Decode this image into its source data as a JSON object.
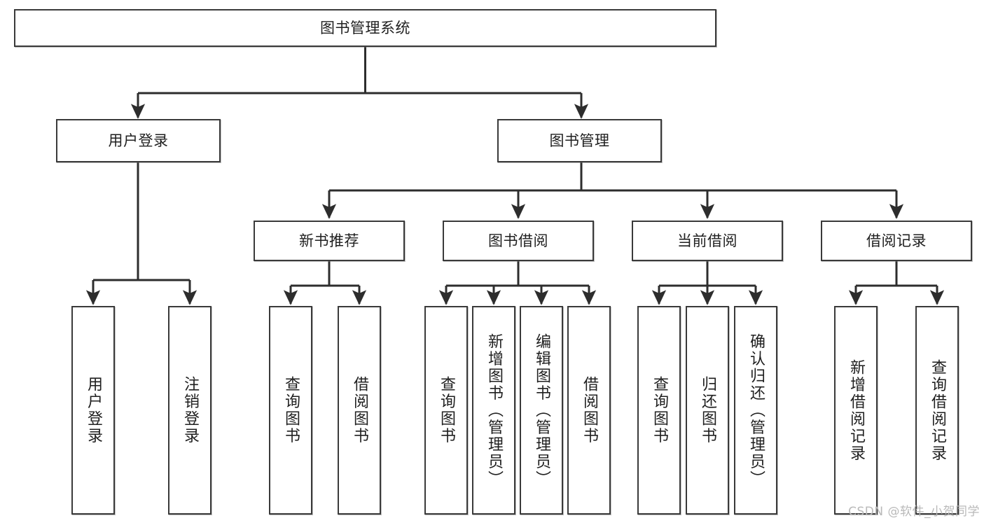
{
  "diagram": {
    "type": "tree-hierarchy-chart",
    "title": "图书管理系统",
    "watermark": "CSDN @软件_小贺同学",
    "colors": {
      "box_border": "#3a3a3a",
      "box_fill": "#ffffff",
      "connector": "#2d2d2d",
      "text": "#1f1f1f",
      "watermark": "#b9b9b9",
      "background": "#ffffff"
    },
    "levels": {
      "root": {
        "label": "图书管理系统"
      },
      "level2": [
        {
          "id": "user-login",
          "label": "用户登录"
        },
        {
          "id": "book-management",
          "label": "图书管理"
        }
      ],
      "level3": [
        {
          "id": "new-book-recommend",
          "label": "新书推荐",
          "parent": "book-management"
        },
        {
          "id": "book-borrow",
          "label": "图书借阅",
          "parent": "book-management"
        },
        {
          "id": "current-borrow",
          "label": "当前借阅",
          "parent": "book-management"
        },
        {
          "id": "borrow-record",
          "label": "借阅记录",
          "parent": "book-management"
        }
      ],
      "leaves": [
        {
          "id": "leaf-user-login",
          "label": "用户登录",
          "parent": "user-login"
        },
        {
          "id": "leaf-logout",
          "label": "注销登录",
          "parent": "user-login"
        },
        {
          "id": "leaf-query-book-1",
          "label": "查询图书",
          "parent": "new-book-recommend"
        },
        {
          "id": "leaf-borrow-book-1",
          "label": "借阅图书",
          "parent": "new-book-recommend"
        },
        {
          "id": "leaf-query-book-2",
          "label": "查询图书",
          "parent": "book-borrow"
        },
        {
          "id": "leaf-add-book",
          "label": "新增图书（管理员）",
          "parent": "book-borrow"
        },
        {
          "id": "leaf-edit-book",
          "label": "编辑图书（管理员）",
          "parent": "book-borrow"
        },
        {
          "id": "leaf-borrow-book-2",
          "label": "借阅图书",
          "parent": "book-borrow"
        },
        {
          "id": "leaf-query-book-3",
          "label": "查询图书",
          "parent": "current-borrow"
        },
        {
          "id": "leaf-return-book",
          "label": "归还图书",
          "parent": "current-borrow"
        },
        {
          "id": "leaf-confirm-return",
          "label": "确认归还（管理员）",
          "parent": "current-borrow"
        },
        {
          "id": "leaf-add-record",
          "label": "新增借阅记录",
          "parent": "borrow-record"
        },
        {
          "id": "leaf-query-record",
          "label": "查询借阅记录",
          "parent": "borrow-record"
        }
      ]
    }
  }
}
